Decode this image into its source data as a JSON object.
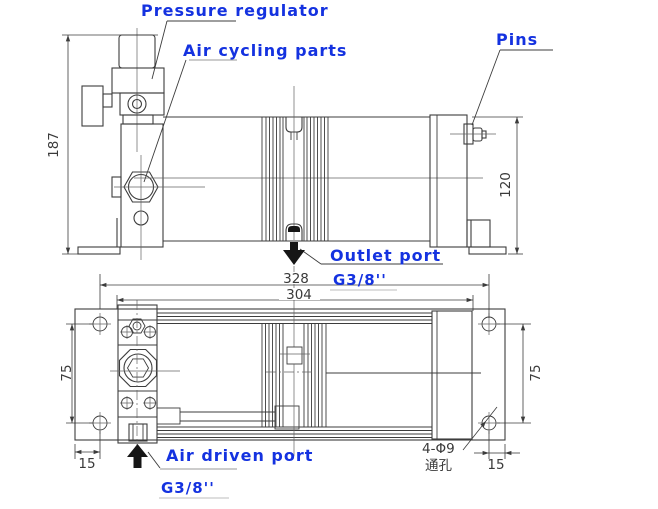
{
  "labels": {
    "pressure_regulator": "Pressure regulator",
    "air_cycling_parts": "Air cycling parts",
    "pins": "Pins",
    "outlet_port": "Outlet port",
    "outlet_port_thread": "G3/8''",
    "air_driven_port": "Air driven port",
    "air_driven_port_thread": "G3/8''"
  },
  "dimensions": {
    "overall_height": "187",
    "end_height": "120",
    "overall_length": "328",
    "body_length": "304",
    "hole_spacing_left": "75",
    "hole_spacing_right": "75",
    "edge_offset_left": "15",
    "edge_offset_right": "15",
    "holes_count_dia": "4-Φ9",
    "holes_note": "通孔"
  },
  "colors": {
    "label_blue": "#1432e0",
    "line_dark": "#3c3c3c"
  }
}
